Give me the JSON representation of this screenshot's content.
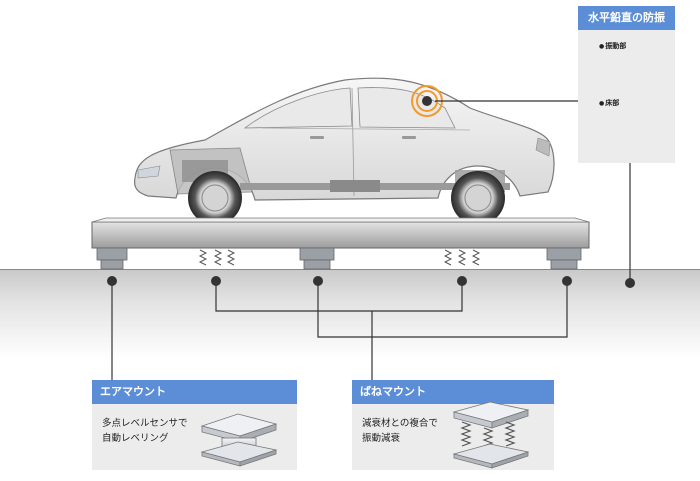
{
  "right_panel": {
    "title": "水平鉛直の防振",
    "sections": [
      {
        "label": "振動部",
        "pattern": "vibration-waveform-icon"
      },
      {
        "label": "床部",
        "pattern": "flat-grid-icon"
      }
    ]
  },
  "mounts": [
    {
      "title": "エアマウント",
      "description": "多点レベルセンサで\n自動レベリング",
      "icon": "air-mount-icon"
    },
    {
      "title": "ばねマウント",
      "description": "減衰材との複合で\n振動減衰",
      "icon": "spring-mount-icon"
    }
  ],
  "colors": {
    "accent": "#5b8ed6",
    "panel_bg": "#ececec",
    "floor": "#dcdcdc",
    "line": "#333333",
    "sensor_ring": "#f29a2e"
  }
}
